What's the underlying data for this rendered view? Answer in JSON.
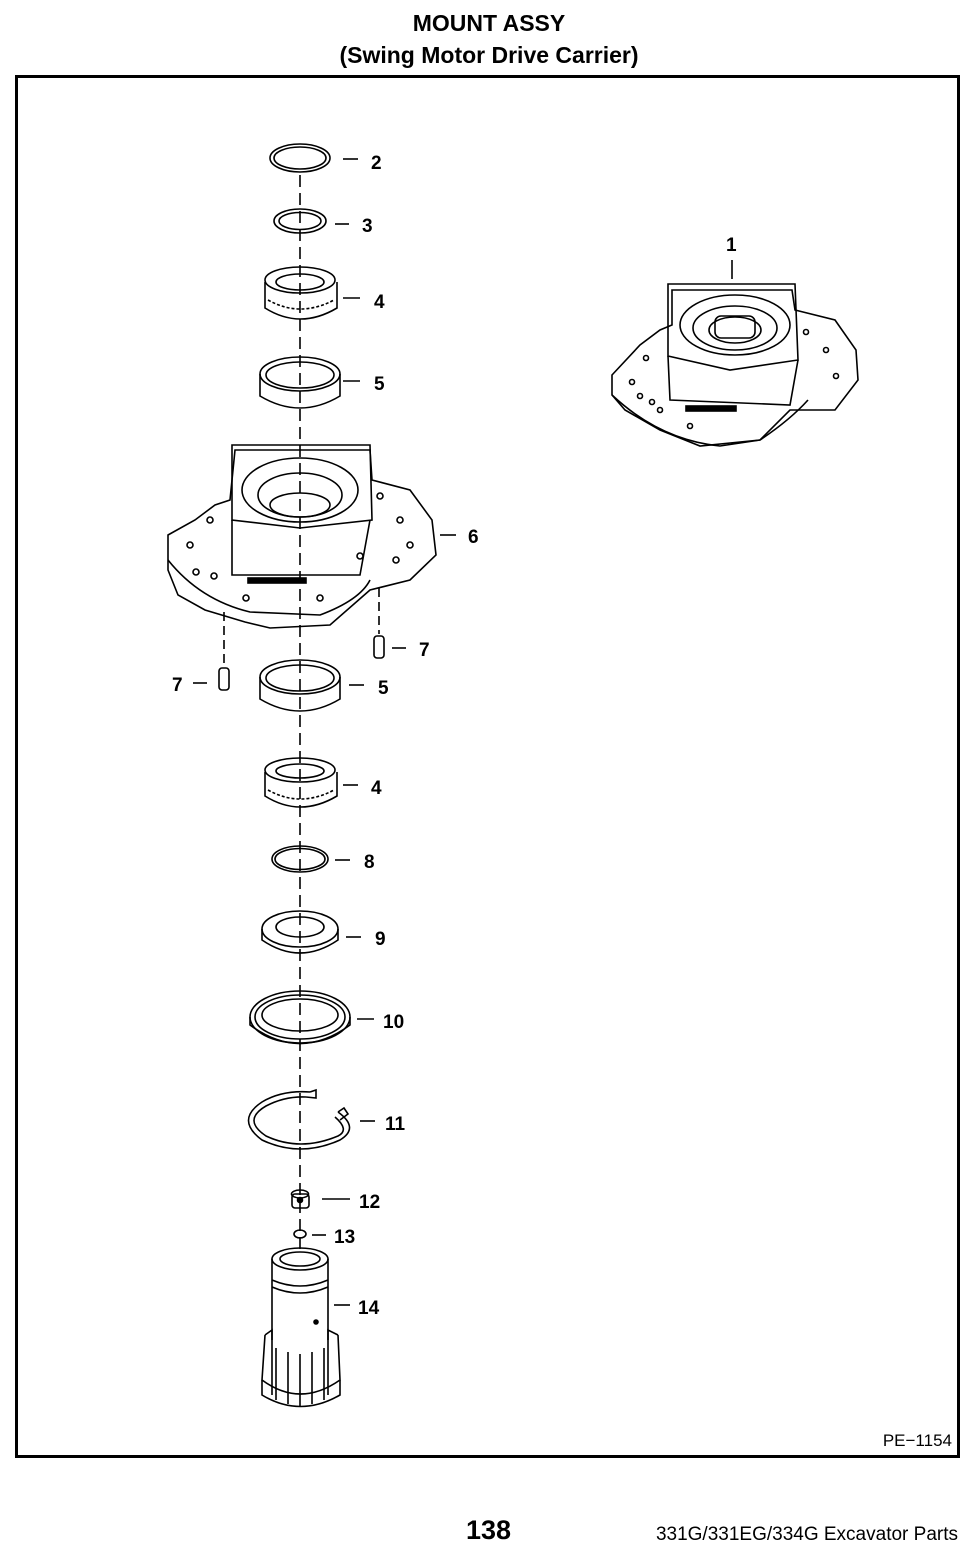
{
  "header": {
    "title": "MOUNT ASSY",
    "subtitle": "(Swing Motor Drive Carrier)"
  },
  "callouts": {
    "c1": "1",
    "c2": "2",
    "c3": "3",
    "c4a": "4",
    "c5a": "5",
    "c6": "6",
    "c7a": "7",
    "c7b": "7",
    "c5b": "5",
    "c4b": "4",
    "c8": "8",
    "c9": "9",
    "c10": "10",
    "c11": "11",
    "c12": "12",
    "c13": "13",
    "c14": "14"
  },
  "figure_ref": "PE−1154",
  "footer": {
    "page_number": "138",
    "document": "331G/331EG/334G Excavator Parts"
  }
}
